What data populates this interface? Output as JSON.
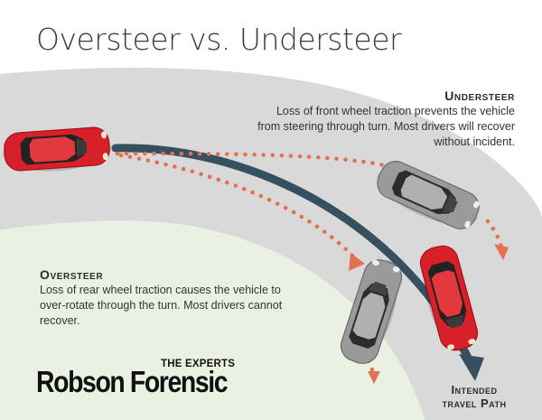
{
  "title": "Oversteer vs. Understeer",
  "understeer": {
    "heading": "Understeer",
    "body": "Loss of front wheel traction prevents the vehicle from steering through turn. Most drivers will recover without incident."
  },
  "oversteer": {
    "heading": "Oversteer",
    "body": "Loss of rear wheel traction causes the vehicle to over-rotate through the turn. Most drivers cannot recover."
  },
  "intended_path": {
    "label_line1": "Intended",
    "label_line2": "travel Path"
  },
  "brand": {
    "tagline": "THE EXPERTS",
    "name": "Robson Forensic"
  },
  "colors": {
    "road": "#d9d9d9",
    "grass": "#eaf1e3",
    "path_arrow": "#37505f",
    "dotted_path": "#e2714e",
    "red_car": "#d8202a",
    "gray_car": "#8f8f8f"
  },
  "icons": [
    "red-car-icon",
    "gray-car-icon",
    "arrow-head-icon"
  ]
}
